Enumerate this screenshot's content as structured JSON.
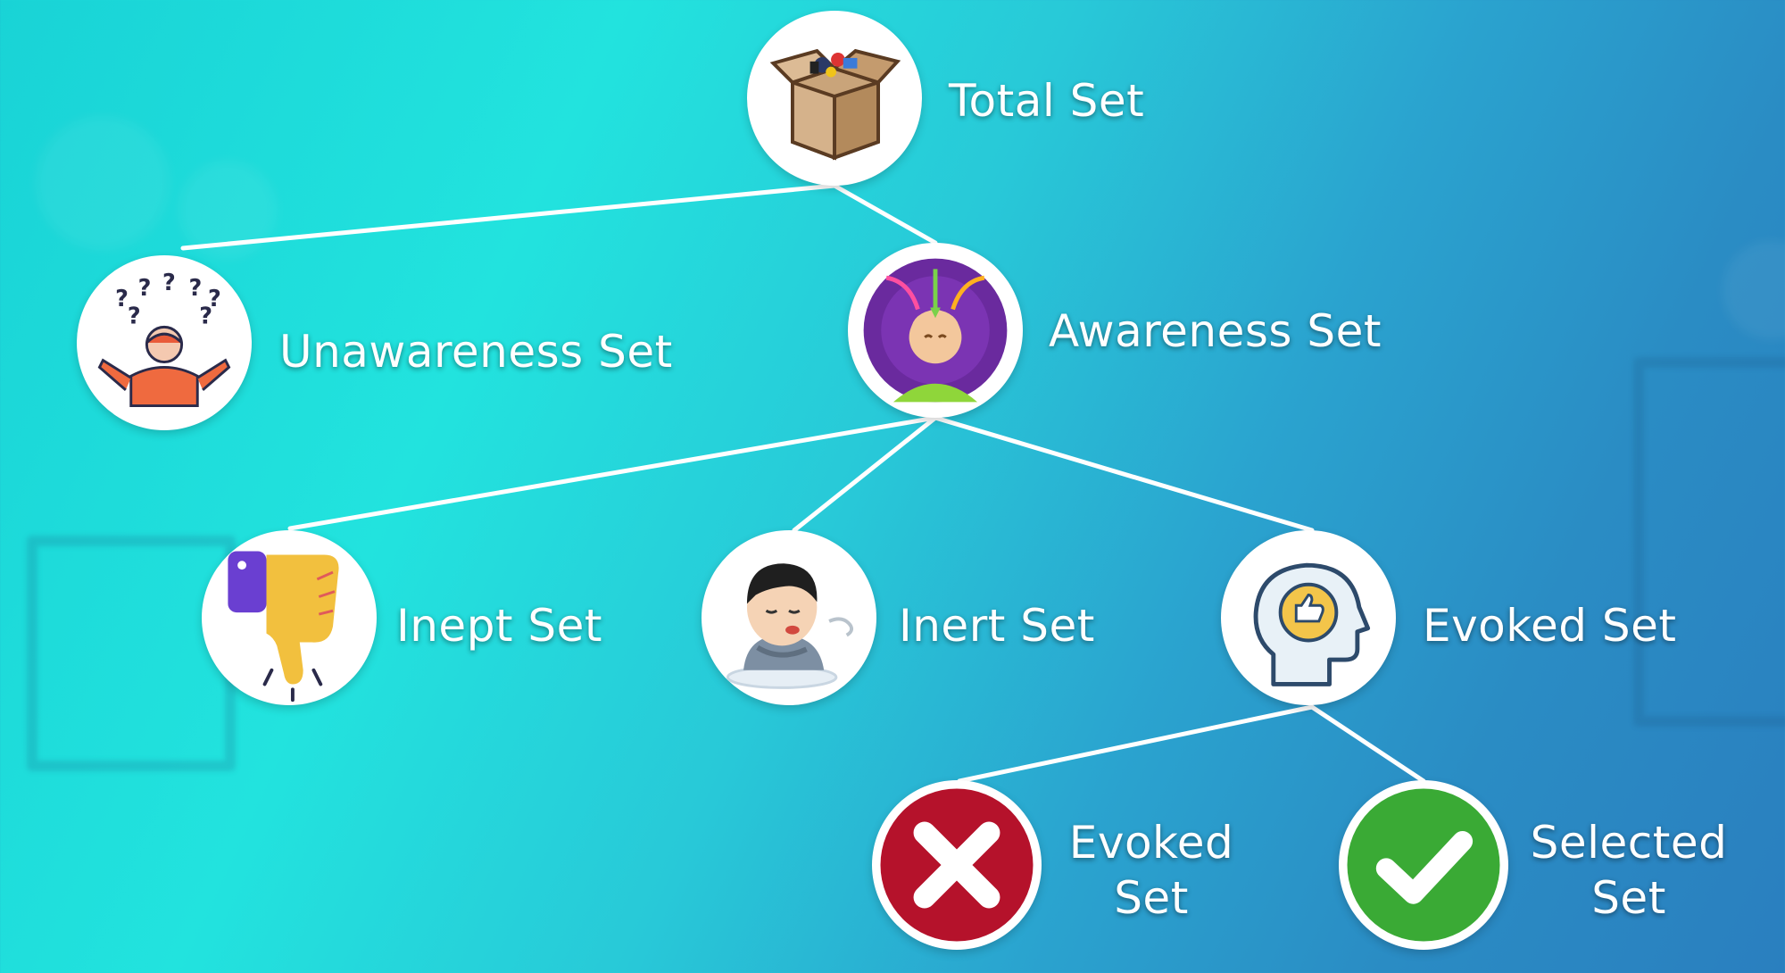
{
  "diagram": {
    "nodes": {
      "total": {
        "label": "Total Set",
        "icon": "open-box-icon"
      },
      "unawareness": {
        "label": "Unawareness Set",
        "icon": "confused-person-icon"
      },
      "awareness": {
        "label": "Awareness Set",
        "icon": "person-head-arrows-icon"
      },
      "inept": {
        "label": "Inept Set",
        "icon": "thumbs-down-icon"
      },
      "inert": {
        "label": "Inert Set",
        "icon": "bored-person-icon"
      },
      "evoked": {
        "label": "Evoked Set",
        "icon": "head-thumbs-up-icon"
      },
      "evoked_rejected": {
        "label_line1": "Evoked",
        "label_line2": "Set",
        "icon": "red-x-icon"
      },
      "selected": {
        "label_line1": "Selected",
        "label_line2": "Set",
        "icon": "green-check-icon"
      }
    },
    "edges": [
      [
        "total",
        "unawareness"
      ],
      [
        "total",
        "awareness"
      ],
      [
        "awareness",
        "inept"
      ],
      [
        "awareness",
        "inert"
      ],
      [
        "awareness",
        "evoked"
      ],
      [
        "evoked",
        "evoked_rejected"
      ],
      [
        "evoked",
        "selected"
      ]
    ],
    "colors": {
      "reject": "#b5122b",
      "accept": "#3aaa35",
      "connector": "#ffffff"
    }
  }
}
